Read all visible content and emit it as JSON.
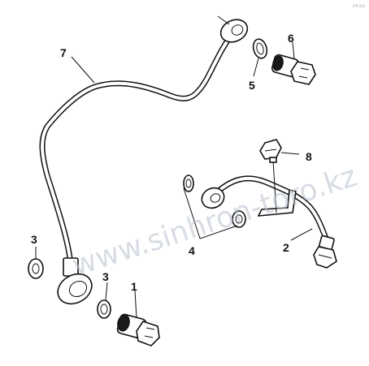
{
  "callouts": {
    "c1": "1",
    "c2": "2",
    "c3a": "3",
    "c3b": "3",
    "c4": "4",
    "c5": "5",
    "c6": "6",
    "c7": "7",
    "c8": "8"
  },
  "watermark": "www.sinhron-toro.kz",
  "corner_mark": "ITP-014"
}
